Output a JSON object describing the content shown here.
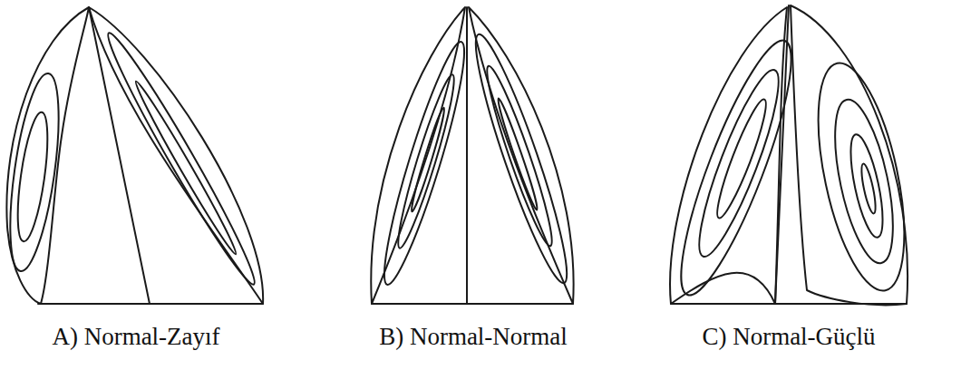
{
  "diagram": {
    "labels": [
      "A) Normal-Zayıf",
      "B) Normal-Normal",
      "C) Normal-Güçlü"
    ]
  }
}
